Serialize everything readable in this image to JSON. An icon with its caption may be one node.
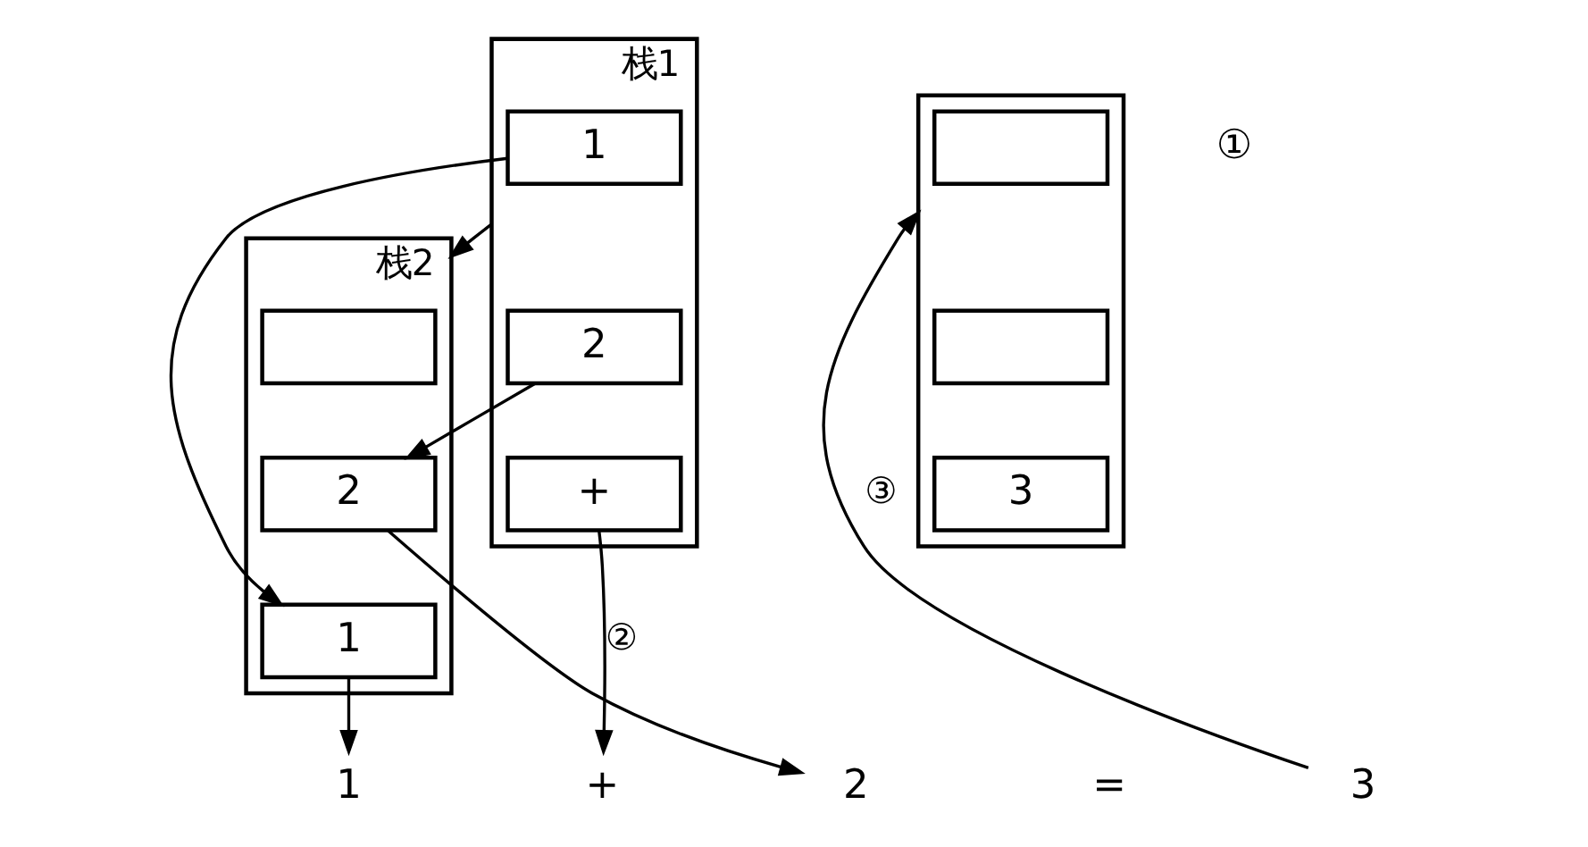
{
  "diagram": {
    "nodes": [
      {
        "text": [
          "栈1"
        ]
      },
      {
        "text": [
          "1"
        ],
        "in": 0
      },
      {
        "text": [
          "2"
        ],
        "in": 0
      },
      {
        "text": [
          "+"
        ],
        "in": 0
      },
      {
        "text": [
          "栈2"
        ]
      },
      {
        "text": [],
        "shape": "box",
        "in": 4
      },
      {
        "text": [
          "2"
        ],
        "in": 4
      },
      {
        "text": [
          "1"
        ],
        "in": 4
      },
      {
        "text": [
          "1"
        ]
      },
      {
        "text": [
          "+"
        ]
      },
      {
        "text": [
          "2"
        ]
      },
      {
        "text": [
          "="
        ]
      },
      {
        "text": [
          "3"
        ]
      },
      {
        "text": [],
        "shape": "box"
      },
      {
        "text": [],
        "shape": "box",
        "in": 13
      },
      {
        "text": [],
        "shape": "box",
        "in": 13
      },
      {
        "text": [
          "3"
        ],
        "in": 13
      }
    ],
    "edges": [
      {
        "from": 0,
        "to": 4,
        "arrow": "to"
      },
      {
        "from": 1,
        "to": 7,
        "arrow": "to"
      },
      {
        "from": 2,
        "to": 6,
        "arrow": "to"
      },
      {
        "from": 3,
        "to": 9,
        "arrow": "to",
        "label": "②"
      },
      {
        "from": 6,
        "to": 10,
        "arrow": "to"
      },
      {
        "from": 7,
        "to": 8,
        "arrow": "to"
      },
      {
        "from": 12,
        "to": 13,
        "arrow": "to",
        "label": "③"
      }
    ],
    "labels": [
      "①"
    ]
  }
}
